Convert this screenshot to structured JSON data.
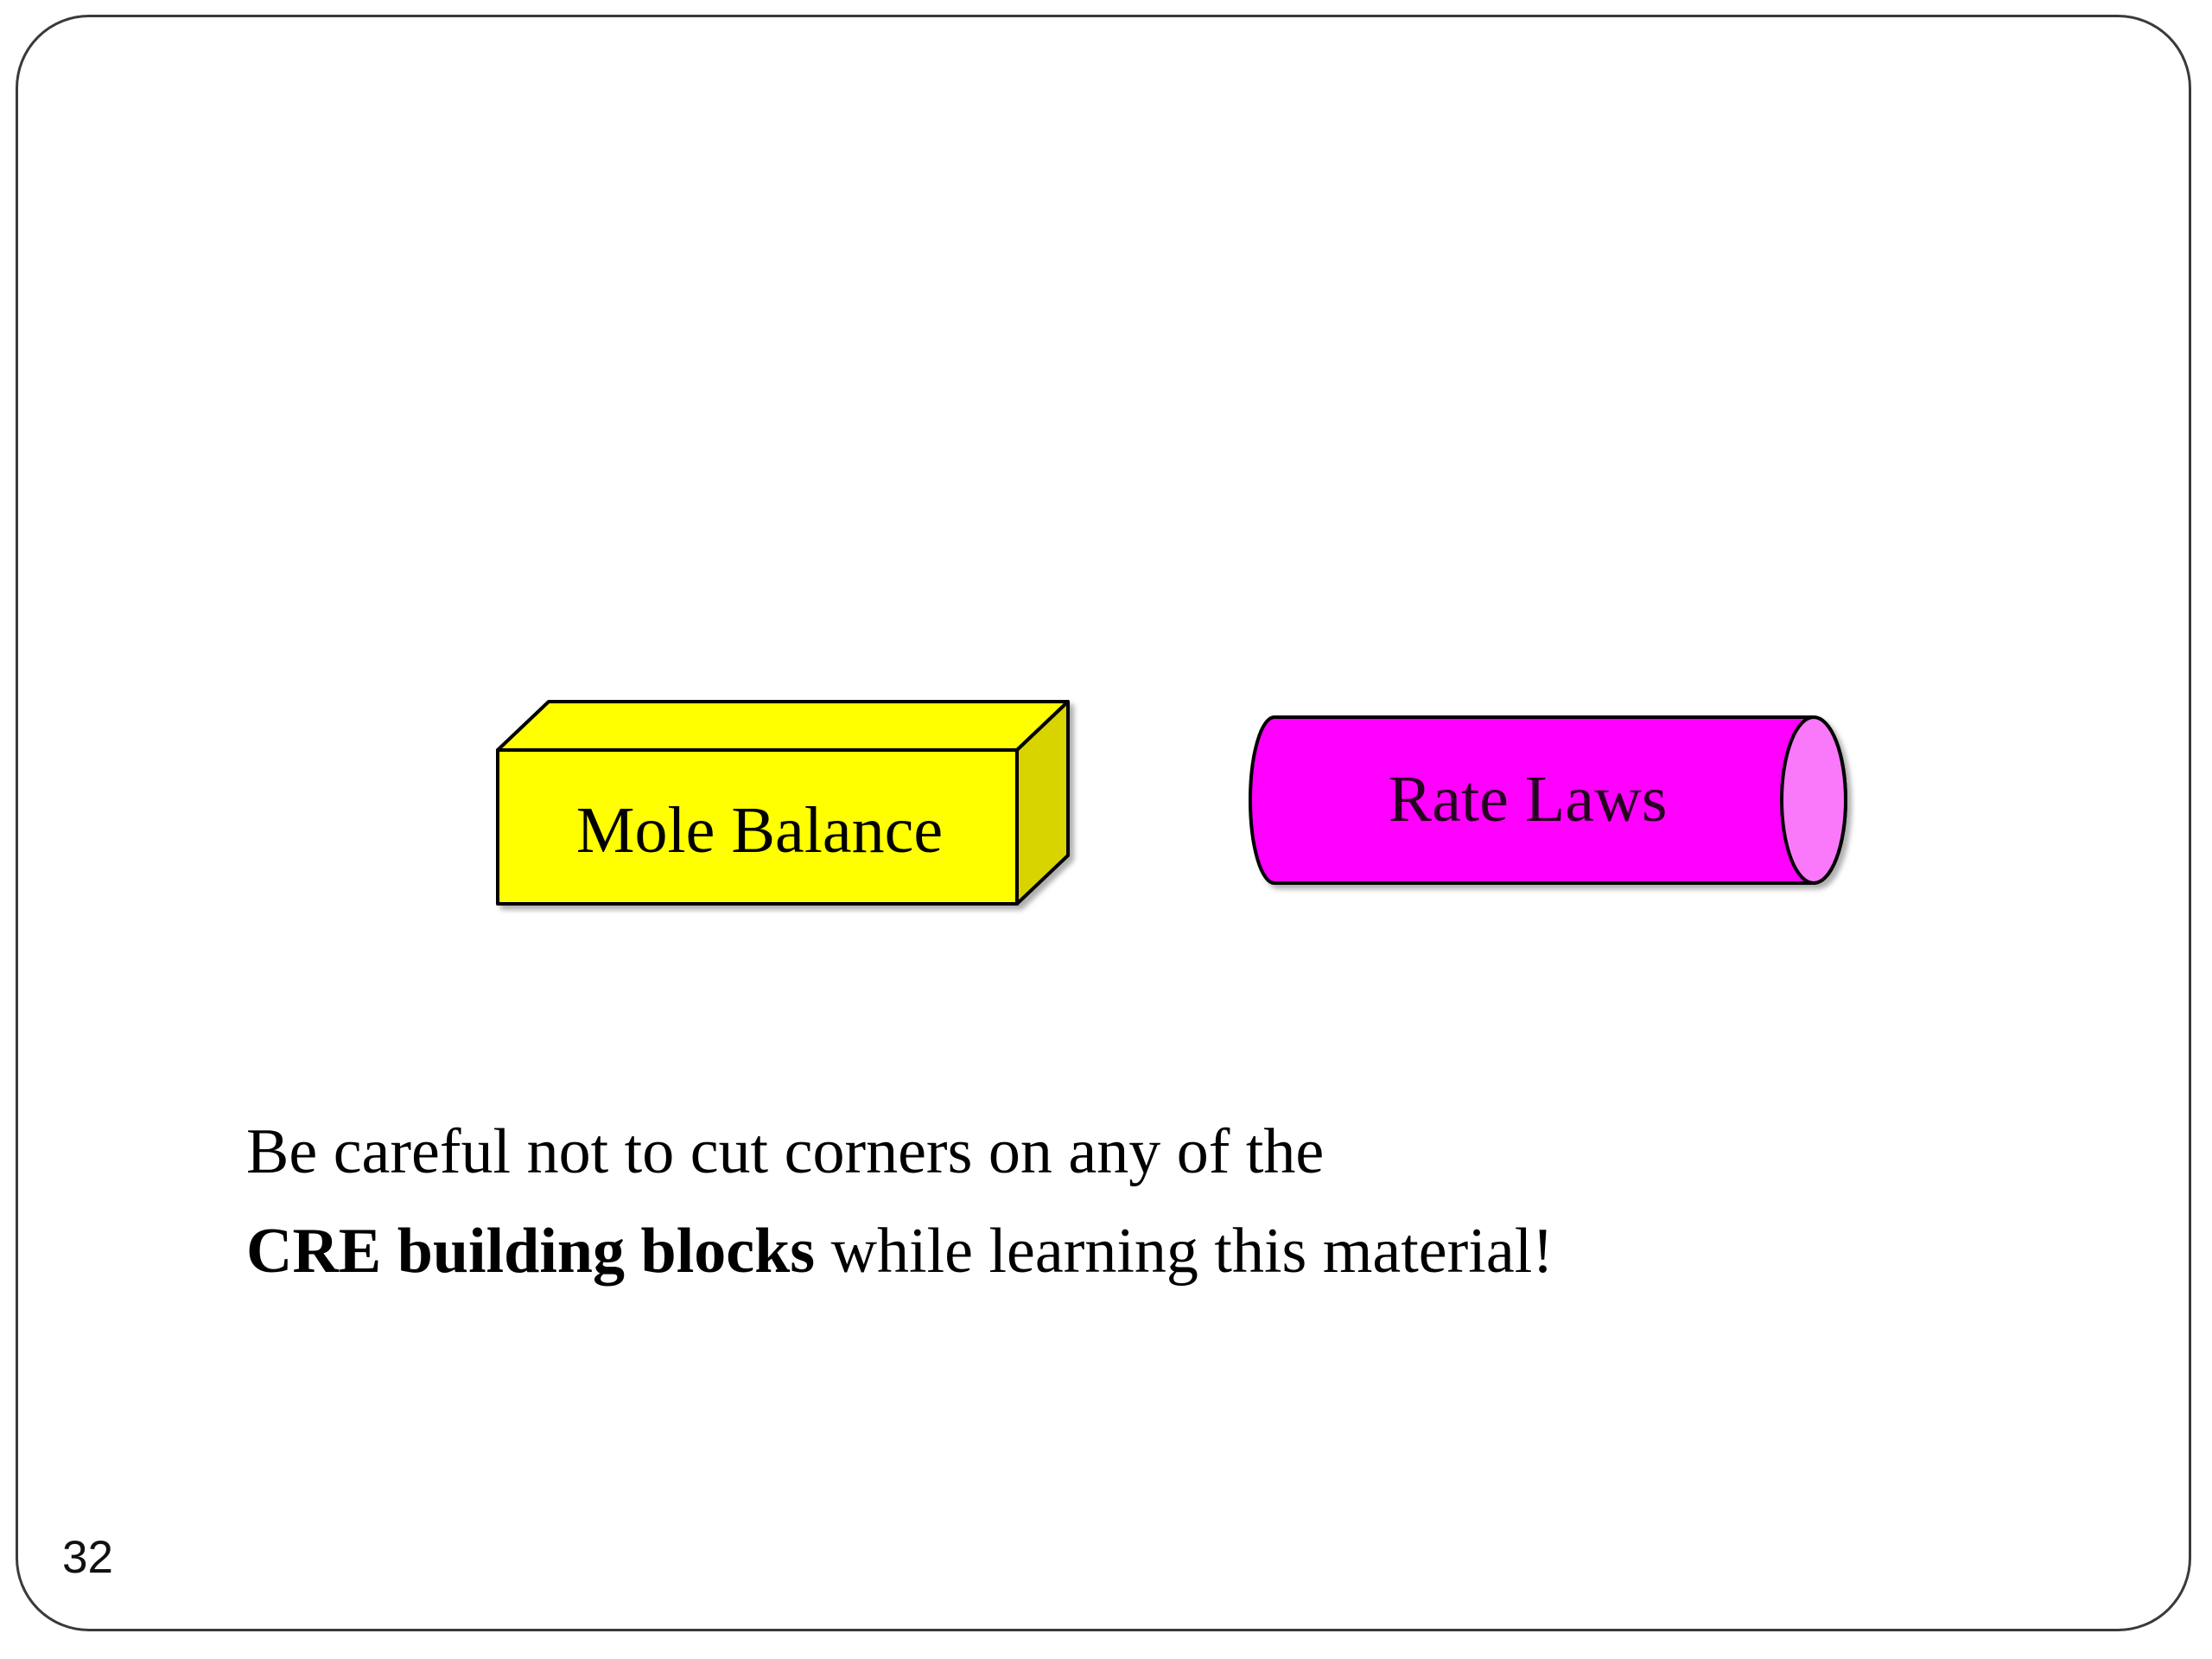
{
  "slide": {
    "page_number": "32",
    "mole_balance": {
      "label": "Mole Balance",
      "front_fill": "#FFFF00",
      "top_fill": "#FFFF00",
      "side_fill": "#D8D400",
      "outline": "#000000",
      "text_color": "#000000"
    },
    "rate_laws": {
      "label": "Rate Laws",
      "body_fill": "#FF00FF",
      "cap_fill": "#FA78FA",
      "outline": "#000000",
      "text_color": "#250020"
    },
    "message": {
      "line1": "Be careful not to cut corners on any of the",
      "line2_bold": "CRE building blocks",
      "line2_rest": " while learning this material!"
    }
  }
}
